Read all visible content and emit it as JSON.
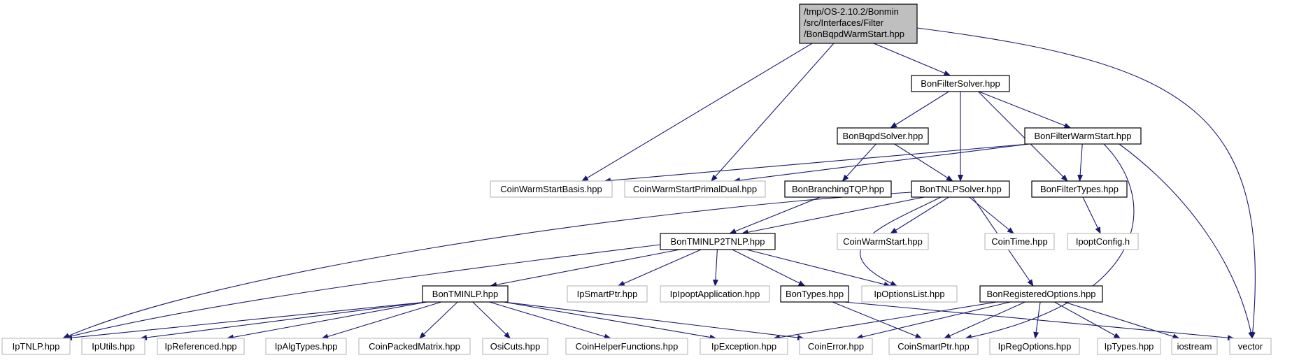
{
  "diagram": {
    "colors": {
      "edge": "#191970",
      "root_fill": "#bfbfbf",
      "root_stroke": "#000000",
      "local_stroke": "#000000",
      "system_stroke": "#bfbfbf",
      "fill": "#ffffff"
    },
    "nodes": [
      {
        "id": "root",
        "label": "/tmp/OS-2.10.2/Bonmin\n/src/Interfaces/Filter\n/BonBqpdWarmStart.hpp",
        "kind": "root"
      },
      {
        "id": "filtersolver",
        "label": "BonFilterSolver.hpp",
        "kind": "local"
      },
      {
        "id": "bqpdsolver",
        "label": "BonBqpdSolver.hpp",
        "kind": "local"
      },
      {
        "id": "filterwarmstart",
        "label": "BonFilterWarmStart.hpp",
        "kind": "local"
      },
      {
        "id": "cwsbasis",
        "label": "CoinWarmStartBasis.hpp",
        "kind": "system"
      },
      {
        "id": "cwsprimaldual",
        "label": "CoinWarmStartPrimalDual.hpp",
        "kind": "system"
      },
      {
        "id": "branchingtqp",
        "label": "BonBranchingTQP.hpp",
        "kind": "local"
      },
      {
        "id": "tnlpsolver",
        "label": "BonTNLPSolver.hpp",
        "kind": "local"
      },
      {
        "id": "filtertypes",
        "label": "BonFilterTypes.hpp",
        "kind": "local"
      },
      {
        "id": "tminlp2tnlp",
        "label": "BonTMINLP2TNLP.hpp",
        "kind": "local"
      },
      {
        "id": "coinwarmstart",
        "label": "CoinWarmStart.hpp",
        "kind": "system"
      },
      {
        "id": "cointime",
        "label": "CoinTime.hpp",
        "kind": "system"
      },
      {
        "id": "ipoptconfig",
        "label": "IpoptConfig.h",
        "kind": "system"
      },
      {
        "id": "tminlp",
        "label": "BonTMINLP.hpp",
        "kind": "local"
      },
      {
        "id": "ipsmartptr",
        "label": "IpSmartPtr.hpp",
        "kind": "system"
      },
      {
        "id": "ipipoptapp",
        "label": "IpIpoptApplication.hpp",
        "kind": "system"
      },
      {
        "id": "bontypes",
        "label": "BonTypes.hpp",
        "kind": "local"
      },
      {
        "id": "ipoptionslist",
        "label": "IpOptionsList.hpp",
        "kind": "system"
      },
      {
        "id": "regoptions",
        "label": "BonRegisteredOptions.hpp",
        "kind": "local"
      },
      {
        "id": "iptnlp",
        "label": "IpTNLP.hpp",
        "kind": "system"
      },
      {
        "id": "iputils",
        "label": "IpUtils.hpp",
        "kind": "system"
      },
      {
        "id": "ipreferenced",
        "label": "IpReferenced.hpp",
        "kind": "system"
      },
      {
        "id": "ipalgtypes",
        "label": "IpAlgTypes.hpp",
        "kind": "system"
      },
      {
        "id": "coinpackedmatrix",
        "label": "CoinPackedMatrix.hpp",
        "kind": "system"
      },
      {
        "id": "osicuts",
        "label": "OsiCuts.hpp",
        "kind": "system"
      },
      {
        "id": "coinhelper",
        "label": "CoinHelperFunctions.hpp",
        "kind": "system"
      },
      {
        "id": "ipexception",
        "label": "IpException.hpp",
        "kind": "system"
      },
      {
        "id": "coinerror",
        "label": "CoinError.hpp",
        "kind": "system"
      },
      {
        "id": "coinsmartptr",
        "label": "CoinSmartPtr.hpp",
        "kind": "system"
      },
      {
        "id": "ipregoptions",
        "label": "IpRegOptions.hpp",
        "kind": "system"
      },
      {
        "id": "iptypes",
        "label": "IpTypes.hpp",
        "kind": "system"
      },
      {
        "id": "iostream",
        "label": "iostream",
        "kind": "system"
      },
      {
        "id": "vector",
        "label": "vector",
        "kind": "system"
      }
    ],
    "edges": [
      [
        "root",
        "filtersolver"
      ],
      [
        "root",
        "cwsbasis"
      ],
      [
        "root",
        "cwsprimaldual"
      ],
      [
        "root",
        "vector"
      ],
      [
        "filtersolver",
        "bqpdsolver"
      ],
      [
        "filtersolver",
        "filterwarmstart"
      ],
      [
        "filtersolver",
        "tnlpsolver"
      ],
      [
        "filtersolver",
        "filtertypes"
      ],
      [
        "bqpdsolver",
        "branchingtqp"
      ],
      [
        "bqpdsolver",
        "tnlpsolver"
      ],
      [
        "filterwarmstart",
        "cwsbasis"
      ],
      [
        "filterwarmstart",
        "cwsprimaldual"
      ],
      [
        "filterwarmstart",
        "filtertypes"
      ],
      [
        "filterwarmstart",
        "coinsmartptr"
      ],
      [
        "filterwarmstart",
        "vector"
      ],
      [
        "branchingtqp",
        "tminlp2tnlp"
      ],
      [
        "tnlpsolver",
        "tminlp2tnlp"
      ],
      [
        "tnlpsolver",
        "iptnlp"
      ],
      [
        "tnlpsolver",
        "coinwarmstart"
      ],
      [
        "tnlpsolver",
        "cointime"
      ],
      [
        "tnlpsolver",
        "ipoptionslist"
      ],
      [
        "tnlpsolver",
        "regoptions"
      ],
      [
        "filtertypes",
        "ipoptconfig"
      ],
      [
        "tminlp2tnlp",
        "tminlp"
      ],
      [
        "tminlp2tnlp",
        "iptnlp"
      ],
      [
        "tminlp2tnlp",
        "ipsmartptr"
      ],
      [
        "tminlp2tnlp",
        "ipipoptapp"
      ],
      [
        "tminlp2tnlp",
        "bontypes"
      ],
      [
        "tminlp2tnlp",
        "ipoptionslist"
      ],
      [
        "tminlp",
        "iptnlp"
      ],
      [
        "tminlp",
        "iputils"
      ],
      [
        "tminlp",
        "ipreferenced"
      ],
      [
        "tminlp",
        "ipalgtypes"
      ],
      [
        "tminlp",
        "coinpackedmatrix"
      ],
      [
        "tminlp",
        "osicuts"
      ],
      [
        "tminlp",
        "coinhelper"
      ],
      [
        "tminlp",
        "ipexception"
      ],
      [
        "tminlp",
        "coinerror"
      ],
      [
        "bontypes",
        "coinsmartptr"
      ],
      [
        "bontypes",
        "vector"
      ],
      [
        "regoptions",
        "ipexception"
      ],
      [
        "regoptions",
        "coinerror"
      ],
      [
        "regoptions",
        "coinsmartptr"
      ],
      [
        "regoptions",
        "ipregoptions"
      ],
      [
        "regoptions",
        "iptypes"
      ],
      [
        "regoptions",
        "iostream"
      ]
    ]
  }
}
